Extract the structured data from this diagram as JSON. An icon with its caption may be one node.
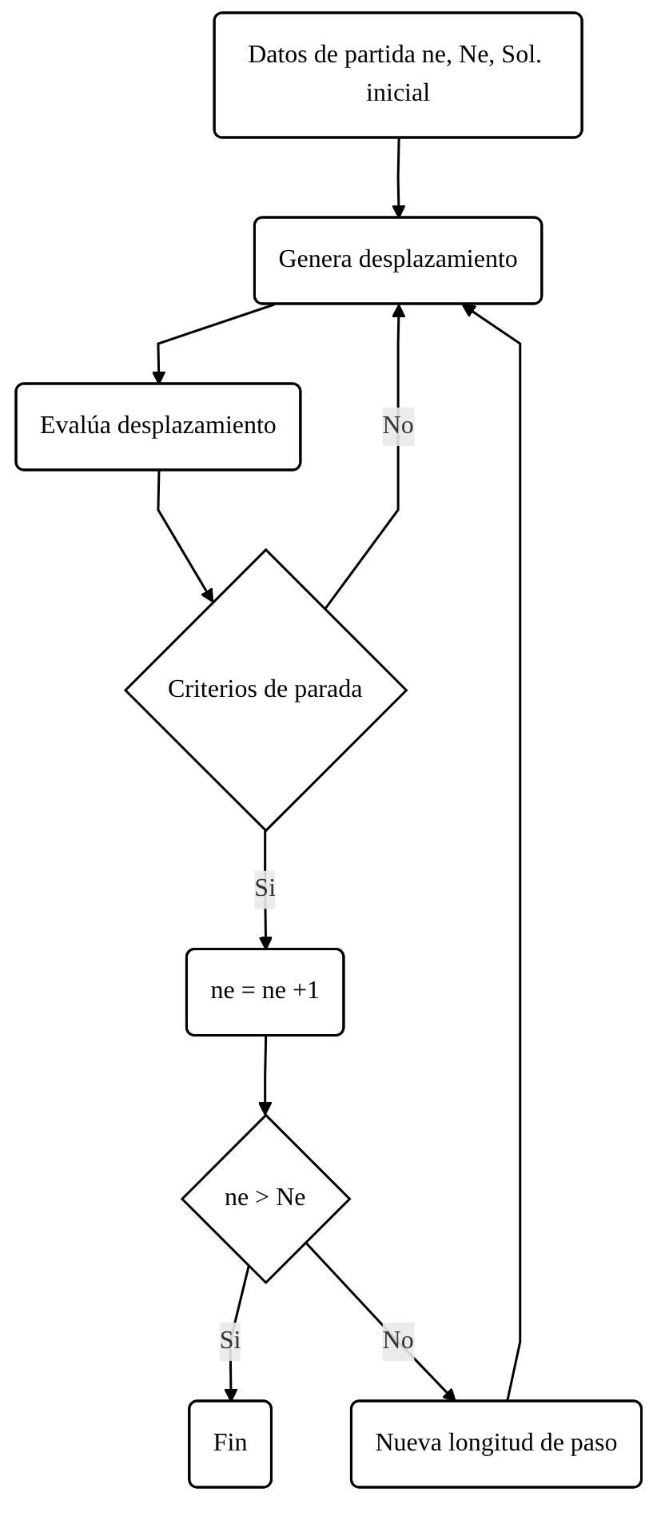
{
  "diagram": {
    "nodes": [
      {
        "text": [
          "Datos de partida ne, Ne, Sol. inicial"
        ]
      },
      {
        "text": [
          "Genera desplazamiento"
        ]
      },
      {
        "text": [
          "Evalúa desplazamiento"
        ]
      },
      {
        "text": [
          "Criterios de parada"
        ]
      },
      {
        "text": [
          "ne = ne +1"
        ]
      },
      {
        "text": [
          "ne > Ne"
        ]
      },
      {
        "text": [
          "Fin"
        ]
      },
      {
        "text": [
          "Nueva longitud de paso"
        ]
      }
    ],
    "edges": [
      {
        "from": 0,
        "to": 1,
        "arrow": "to"
      },
      {
        "from": 1,
        "to": 2,
        "arrow": "to"
      },
      {
        "from": 2,
        "to": 3,
        "arrow": "to"
      },
      {
        "from": 3,
        "to": 4,
        "arrow": "to",
        "label": "Si"
      },
      {
        "from": 4,
        "to": 5,
        "arrow": "to"
      },
      {
        "from": 5,
        "to": 6,
        "arrow": "to",
        "label": "Si"
      },
      {
        "from": 3,
        "to": 1,
        "arrow": "to",
        "label": "No"
      },
      {
        "from": 5,
        "to": 7,
        "arrow": "to",
        "label": "No"
      },
      {
        "from": 7,
        "to": 1,
        "arrow": "to"
      }
    ]
  }
}
